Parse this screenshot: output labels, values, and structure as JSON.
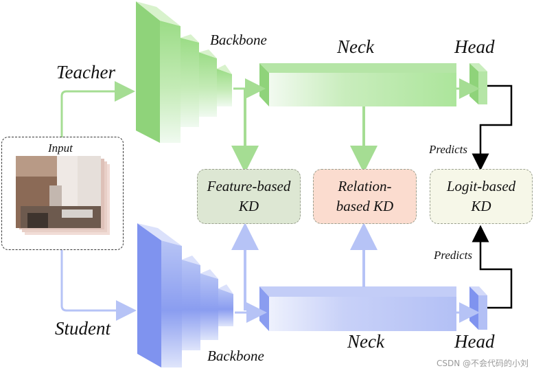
{
  "labels": {
    "teacher": "Teacher",
    "student": "Student",
    "input": "Input",
    "backbone_top": "Backbone",
    "backbone_bottom": "Backbone",
    "neck_top": "Neck",
    "neck_bottom": "Neck",
    "head_top": "Head",
    "head_bottom": "Head",
    "predicts_top": "Predicts",
    "predicts_bottom": "Predicts"
  },
  "kd_boxes": {
    "feature": {
      "line1": "Feature-based",
      "line2": "KD"
    },
    "relation": {
      "line1": "Relation-",
      "line2": "based KD"
    },
    "logit": {
      "line1": "Logit-based",
      "line2": "KD"
    }
  },
  "watermark": "CSDN @不会代码的小刘",
  "colors": {
    "teacher_green": "#8fd37a",
    "teacher_light": "#e6f5dc",
    "student_blue": "#8a9df0",
    "student_light": "#e3e8fb",
    "feature_fill": "#dde7d3",
    "relation_fill": "#fbdccf",
    "logit_fill": "#f6f7e8"
  }
}
